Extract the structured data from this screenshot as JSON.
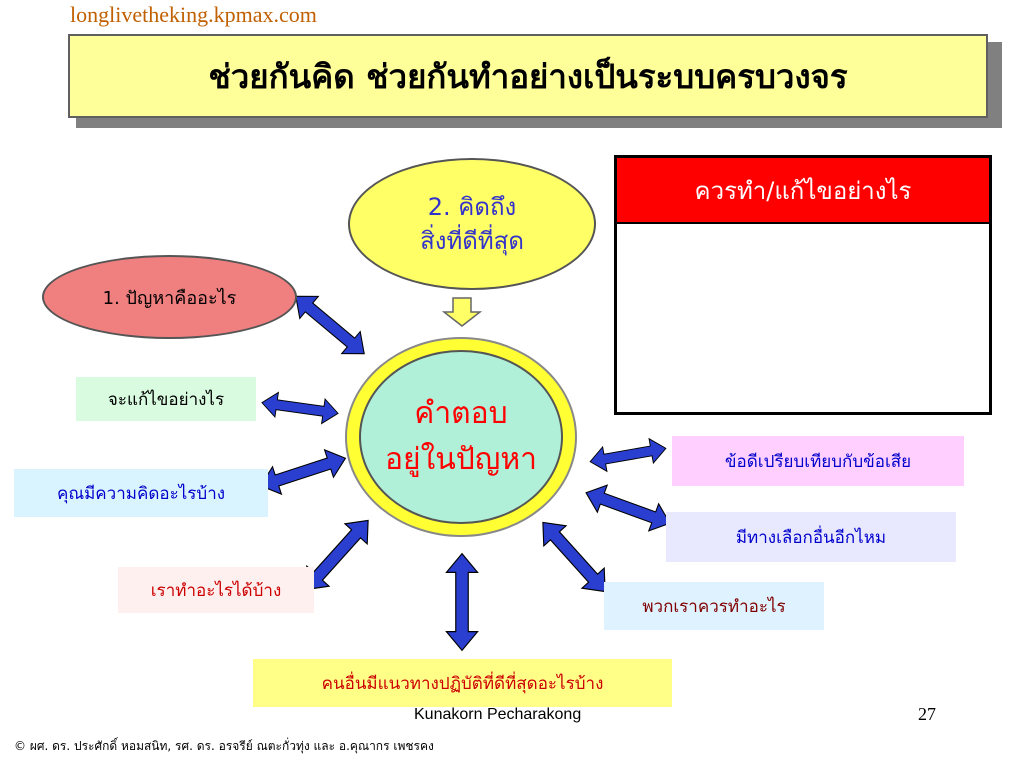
{
  "header": {
    "site_url": "longlivetheking.kpmax.com"
  },
  "title": "ช่วยกันคิด ช่วยกันทำอย่างเป็นระบบครบวงจร",
  "answer_table": {
    "header": "ควรทำ/แก้ไขอย่างไร"
  },
  "nodes": {
    "problem": "1. ปัญหาคืออะไร",
    "best_line1": "2. คิดถึง",
    "best_line2": "สิ่งที่ดีที่สุด",
    "center_line1": "คำตอบ",
    "center_line2": "อยู่ในปัญหา",
    "solve": "จะแก้ไขอย่างไร",
    "ideas": "คุณมีความคิดอะไรบ้าง",
    "what_done": "เราทำอะไรได้บ้าง",
    "compare": "ข้อดีเปรียบเทียบกับข้อเสีย",
    "alternatives": "มีทางเลือกอื่นอีกไหม",
    "what_should": "พวกเราควรทำอะไร",
    "others": "คนอื่นมีแนวทางปฏิบัติที่ดีที่สุดอะไรบ้าง"
  },
  "footer": {
    "author": "Kunakorn Pecharakong",
    "page_number": "27",
    "copyright": "© ผศ. ดร. ประศักดิ์ หอมสนิท, รศ. ดร. อรจรีย์ ณตะกั่วทุ่ง และ อ.คุณากร เพชรคง"
  },
  "colors": {
    "arrow_fill": "#2a3fd0",
    "title_bg": "#ffff99",
    "table_header": "#ff0000",
    "center_fill": "#b0f0d8"
  }
}
